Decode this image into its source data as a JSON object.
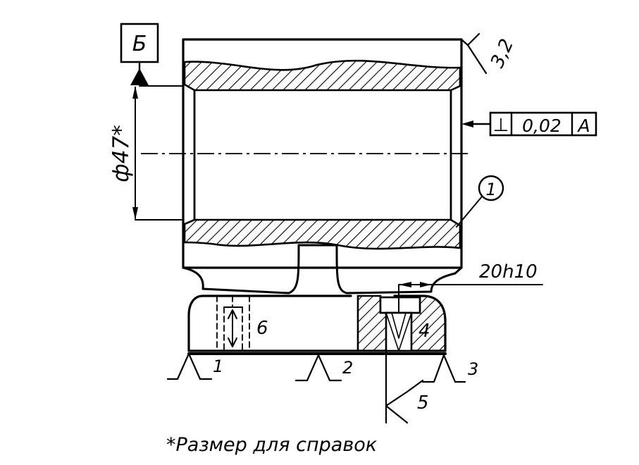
{
  "datum_letter": "Б",
  "diameter_label": "ф47*",
  "roughness_value": "3,2",
  "tolerance": {
    "symbol": "⊥",
    "value": "0,02",
    "datum": "А"
  },
  "dimension_label": "20h10",
  "callouts": [
    "1",
    "2",
    "3",
    "4",
    "5",
    "6"
  ],
  "footnote": "*Размер для справок"
}
